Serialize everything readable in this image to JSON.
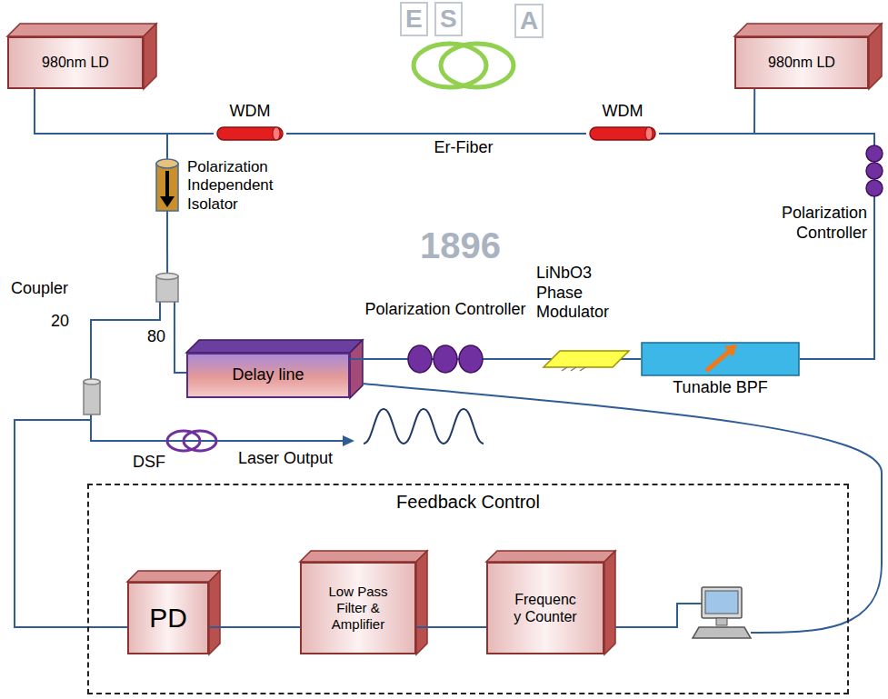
{
  "diagram": {
    "nodes": [
      {
        "text": [
          "980nm LD"
        ]
      },
      {
        "text": [
          "980nm LD"
        ]
      },
      {
        "text": [
          "WDM"
        ]
      },
      {
        "text": [
          "Er-Fiber"
        ]
      },
      {
        "text": [
          "WDM"
        ]
      },
      {
        "text": [
          "Polarization Independent Isolator"
        ]
      },
      {
        "text": [
          "Polarization Controller"
        ]
      },
      {
        "text": [
          "Coupler"
        ]
      },
      {
        "text": [
          "Polarization Controller"
        ]
      },
      {
        "text": [
          "LiNbO3 Phase Modulator"
        ]
      },
      {
        "text": [
          "Delay line"
        ]
      },
      {
        "text": [
          "Tunable BPF"
        ]
      },
      {
        "text": [
          "DSF"
        ]
      },
      {
        "text": [
          "Feedback Control"
        ]
      },
      {
        "text": [
          "PD"
        ],
        "in": 13
      },
      {
        "text": [
          "Low Pass Filter & Amplifier"
        ],
        "in": 13
      },
      {
        "text": [
          "Frequenc y Counter"
        ],
        "in": 13
      }
    ],
    "edges": [
      {
        "from": 0,
        "to": 2,
        "arrow": "none"
      },
      {
        "from": 1,
        "to": 4,
        "arrow": "none"
      },
      {
        "from": 2,
        "to": 5,
        "arrow": "none"
      },
      {
        "from": 5,
        "to": 7,
        "arrow": "none"
      },
      {
        "from": 7,
        "to": 10,
        "arrow": "none"
      },
      {
        "from": 10,
        "to": 8,
        "arrow": "none"
      },
      {
        "from": 8,
        "to": 9,
        "arrow": "none"
      },
      {
        "from": 9,
        "to": 11,
        "arrow": "none"
      },
      {
        "from": 11,
        "to": 6,
        "arrow": "none"
      },
      {
        "from": 6,
        "to": 4,
        "arrow": "none"
      },
      {
        "from": 4,
        "to": 3,
        "arrow": "none"
      },
      {
        "from": 3,
        "to": 2,
        "arrow": "none"
      },
      {
        "from": 7,
        "to": 12,
        "arrow": "none"
      },
      {
        "from": 7,
        "to": 14,
        "arrow": "none"
      },
      {
        "from": 14,
        "to": 15,
        "arrow": "none"
      },
      {
        "from": 15,
        "to": 16,
        "arrow": "none"
      }
    ],
    "labels": [
      "20",
      "80",
      "Laser Output",
      "E",
      "S",
      "A",
      "1896"
    ]
  }
}
